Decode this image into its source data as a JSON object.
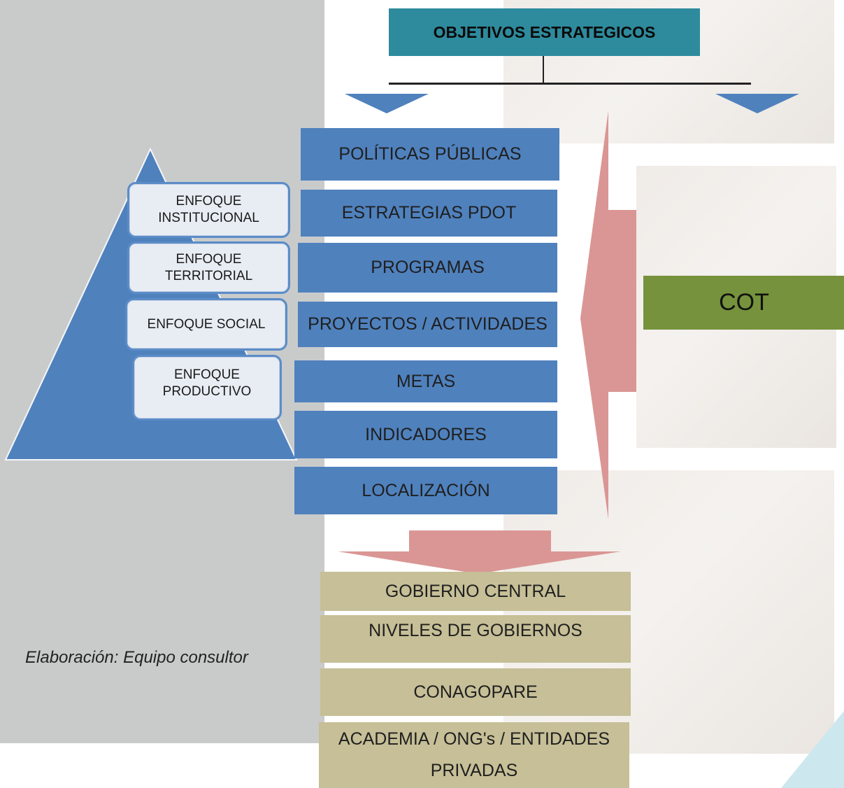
{
  "header": {
    "title": "OBJETIVOS ESTRATEGICOS"
  },
  "column": {
    "items": [
      "POLÍTICAS PÚBLICAS",
      "ESTRATEGIAS PDOT",
      "PROGRAMAS",
      "PROYECTOS / ACTIVIDADES",
      "METAS",
      "INDICADORES",
      "LOCALIZACIÓN"
    ]
  },
  "pyramid": {
    "labels": [
      [
        "ENFOQUE",
        "INSTITUCIONAL"
      ],
      [
        "ENFOQUE",
        "TERRITORIAL"
      ],
      [
        "ENFOQUE SOCIAL"
      ],
      [
        "ENFOQUE",
        "PRODUCTIVO"
      ]
    ]
  },
  "cot": {
    "label": "COT"
  },
  "actors": {
    "items": [
      "GOBIERNO CENTRAL",
      "NIVELES DE GOBIERNOS",
      "CONAGOPARE",
      "ACADEMIA / ONG's / ENTIDADES PRIVADAS"
    ]
  },
  "credit": "Elaboración: Equipo consultor",
  "colors": {
    "teal": "#2e8b9d",
    "blue": "#4f81bd",
    "beige": "#c6bf97",
    "green": "#76923c",
    "pink": "#da9694",
    "gray": "#c9cbcb"
  }
}
